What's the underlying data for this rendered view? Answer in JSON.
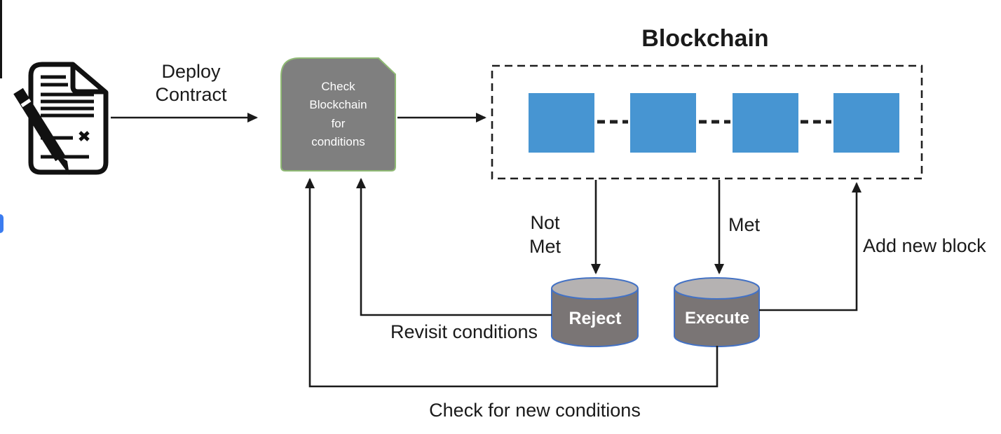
{
  "diagram": {
    "title": "Blockchain",
    "contract_icon": "signed-contract-with-pen",
    "deploy_label": "Deploy\nContract",
    "check_box": {
      "label": "Check\nBlockchain\nfor\nconditions",
      "fill_color": "#7f7f7f",
      "border_color": "#8fb974",
      "text_color": "#ffffff"
    },
    "blockchain_container": {
      "border_style": "dashed",
      "block_count": 4,
      "block_color": "#4795d2",
      "connector_style": "dashed"
    },
    "edge_labels": {
      "not_met": "Not\nMet",
      "met": "Met",
      "add_new_block": "Add new block",
      "revisit_conditions": "Revisit conditions",
      "check_for_new_conditions": "Check for new conditions"
    },
    "cylinders": [
      {
        "label": "Reject",
        "body_color": "#7a7575",
        "top_color": "#b5b2b2",
        "stroke_color": "#4472c4",
        "text_color": "#ffffff"
      },
      {
        "label": "Execute",
        "body_color": "#7a7575",
        "top_color": "#b5b2b2",
        "stroke_color": "#4472c4",
        "text_color": "#ffffff"
      }
    ],
    "line_color": "#1a1a1a",
    "flow": [
      "Contract -> Deploy Contract -> Check Blockchain for conditions",
      "Check Blockchain for conditions -> Blockchain",
      "Blockchain -> Not Met -> Reject",
      "Blockchain -> Met -> Execute",
      "Reject -> Revisit conditions -> Check Blockchain for conditions",
      "Execute -> Add new block -> Blockchain",
      "Execute -> Check for new conditions -> Check Blockchain for conditions"
    ]
  },
  "artifacts": {
    "left_edge_line_color": "#141414",
    "left_edge_pill_color": "#3b7cf0"
  }
}
